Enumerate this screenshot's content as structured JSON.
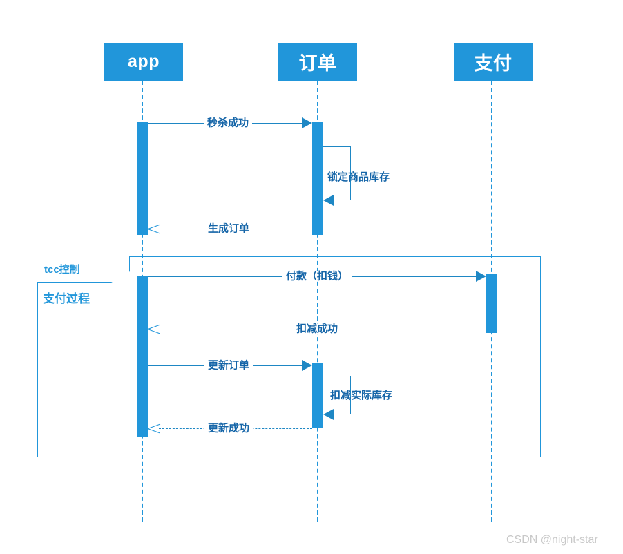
{
  "diagram": {
    "type": "uml-sequence-diagram",
    "accent_color": "#2196da",
    "line_color": "#1e87c4",
    "text_color": "#1565a8",
    "background": "#ffffff"
  },
  "participants": [
    {
      "id": "app",
      "label": "app",
      "script": "latin"
    },
    {
      "id": "order",
      "label": "订单",
      "script": "cjk"
    },
    {
      "id": "payment",
      "label": "支付",
      "script": "cjk"
    }
  ],
  "messages": [
    {
      "id": "m1",
      "label": "秒杀成功",
      "from": "app",
      "to": "order",
      "kind": "call",
      "arrow": "solid-filled"
    },
    {
      "id": "m2",
      "label": "锁定商品库存",
      "from": "order",
      "to": "order",
      "kind": "self",
      "arrow": "solid-filled"
    },
    {
      "id": "m3",
      "label": "生成订单",
      "from": "order",
      "to": "app",
      "kind": "return",
      "arrow": "dashed-open"
    },
    {
      "id": "m4",
      "label": "付款（扣钱）",
      "from": "app",
      "to": "payment",
      "kind": "call",
      "arrow": "solid-filled"
    },
    {
      "id": "m5",
      "label": "扣减成功",
      "from": "payment",
      "to": "app",
      "kind": "return",
      "arrow": "dashed-open"
    },
    {
      "id": "m6",
      "label": "更新订单",
      "from": "app",
      "to": "order",
      "kind": "call",
      "arrow": "solid-filled"
    },
    {
      "id": "m7",
      "label": "扣减实际库存",
      "from": "order",
      "to": "order",
      "kind": "self",
      "arrow": "solid-filled"
    },
    {
      "id": "m8",
      "label": "更新成功",
      "from": "order",
      "to": "app",
      "kind": "return",
      "arrow": "dashed-open"
    }
  ],
  "fragment": {
    "operator": "tcc控制",
    "guard": "支付过程",
    "covers": [
      "app",
      "order",
      "payment"
    ]
  },
  "watermark": {
    "text": "CSDN @night-star"
  }
}
